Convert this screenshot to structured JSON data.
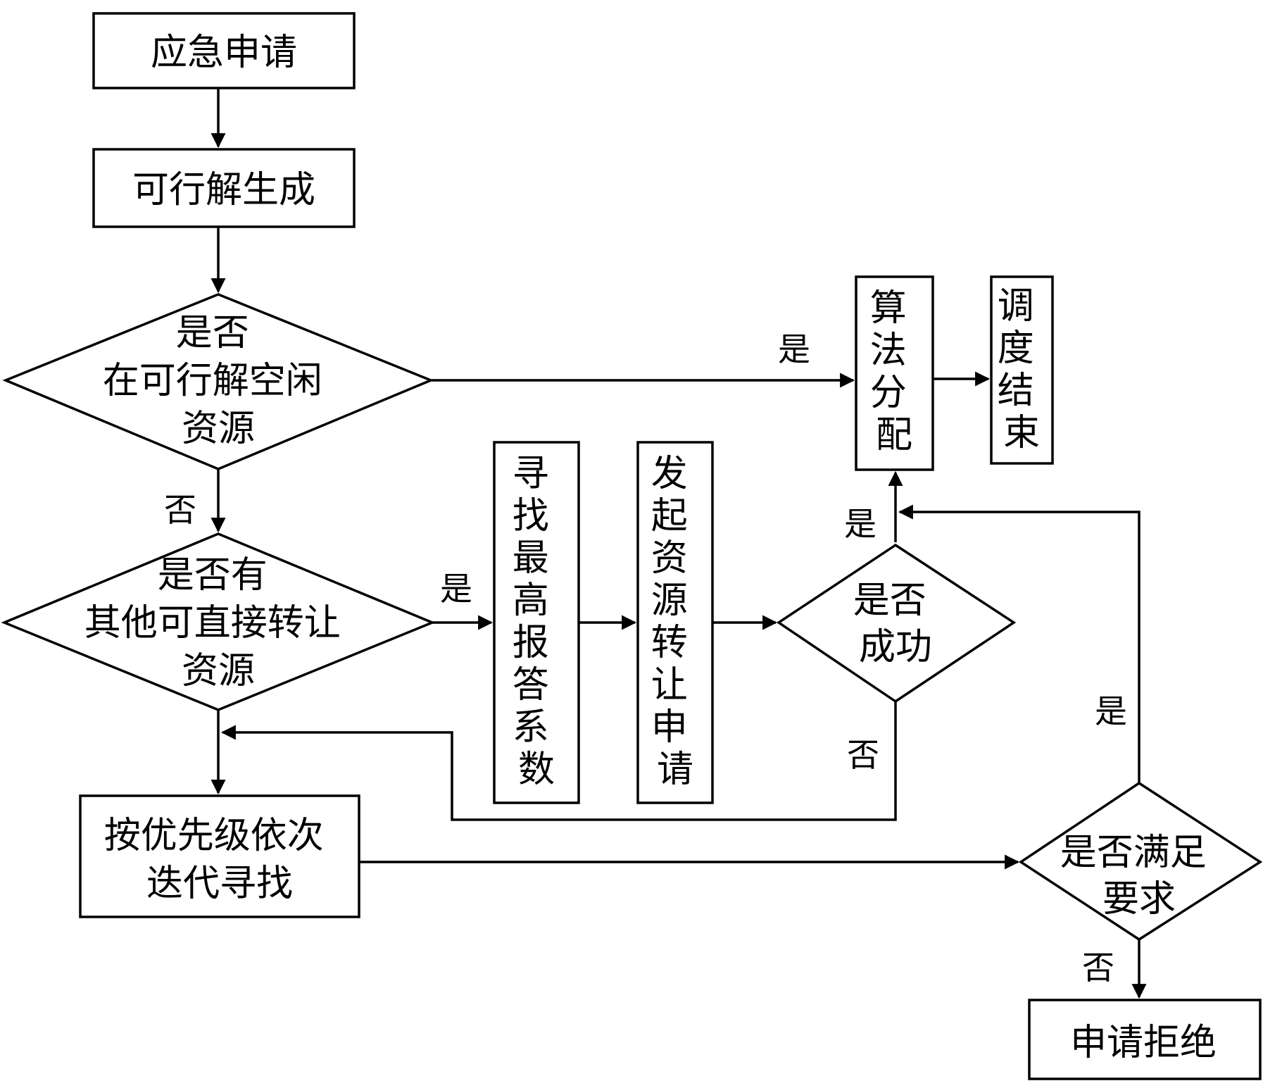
{
  "nodes": {
    "start": "应急申请",
    "feasible": "可行解生成",
    "check_idle": [
      "是否",
      "在可行解空闲",
      "资源"
    ],
    "check_transfer": [
      "是否有",
      "其他可直接转让",
      "资源"
    ],
    "find_highest": [
      "寻",
      "找",
      "最",
      "高",
      "报",
      "答",
      "系",
      "数"
    ],
    "initiate_transfer": [
      "发",
      "起",
      "资",
      "源",
      "转",
      "让",
      "申",
      "请"
    ],
    "check_success": [
      "是否",
      "成功"
    ],
    "algorithm": [
      "算",
      "法",
      "分",
      "配"
    ],
    "end": [
      "调",
      "度",
      "结",
      "束"
    ],
    "iterate": [
      "按优先级依次",
      "迭代寻找"
    ],
    "check_satisfy": [
      "是否满足",
      "要求"
    ],
    "reject": "申请拒绝"
  },
  "edge_labels": {
    "yes": "是",
    "no": "否"
  }
}
